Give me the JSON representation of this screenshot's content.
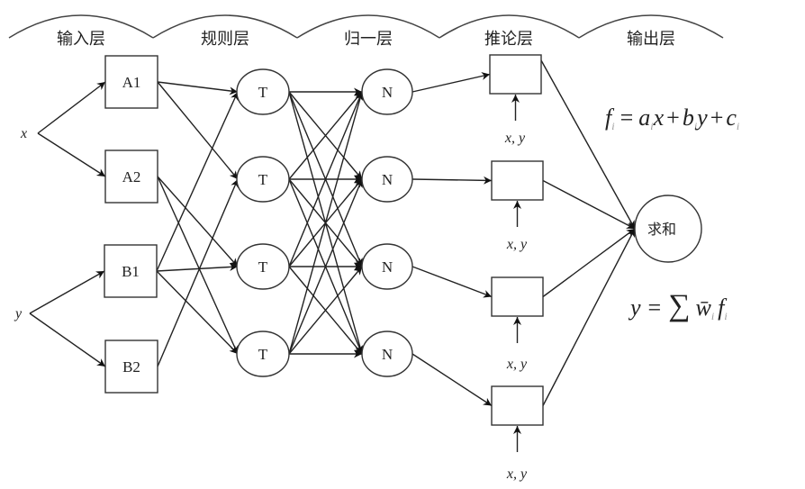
{
  "layers": [
    {
      "label": "输入层"
    },
    {
      "label": "规则层"
    },
    {
      "label": "归一层"
    },
    {
      "label": "推论层"
    },
    {
      "label": "输出层"
    }
  ],
  "inputs": [
    {
      "id": "x",
      "label": "x"
    },
    {
      "id": "y",
      "label": "y"
    }
  ],
  "membership_nodes": [
    {
      "id": "A1",
      "label": "A1",
      "input": "x"
    },
    {
      "id": "A2",
      "label": "A2",
      "input": "x"
    },
    {
      "id": "B1",
      "label": "B1",
      "input": "y"
    },
    {
      "id": "B2",
      "label": "B2",
      "input": "y"
    }
  ],
  "rule_nodes": [
    {
      "label": "T"
    },
    {
      "label": "T"
    },
    {
      "label": "T"
    },
    {
      "label": "T"
    }
  ],
  "norm_nodes": [
    {
      "label": "N"
    },
    {
      "label": "N"
    },
    {
      "label": "N"
    },
    {
      "label": "N"
    }
  ],
  "inference_nodes": [
    {
      "label": "",
      "input_label": "x, y"
    },
    {
      "label": "",
      "input_label": "x, y"
    },
    {
      "label": "",
      "input_label": "x, y"
    },
    {
      "label": "",
      "input_label": "x, y"
    }
  ],
  "output_node": {
    "label": "求和"
  },
  "edges_membership_to_rule": [
    [
      "A1",
      0
    ],
    [
      "A1",
      1
    ],
    [
      "A2",
      2
    ],
    [
      "A2",
      3
    ],
    [
      "B1",
      0
    ],
    [
      "B1",
      2
    ],
    [
      "B1",
      3
    ],
    [
      "B2",
      1
    ]
  ],
  "formulas": {
    "rule_output": {
      "lhs": "f",
      "lhs_sub": "i",
      "eq": "=",
      "a": "a",
      "a_sub": "i",
      "x": "x",
      "plus1": "+",
      "b": "b",
      "b_sub": "i",
      "y": "y",
      "plus2": "+",
      "c": "c",
      "c_sub": "i"
    },
    "total_output": {
      "lhs": "y",
      "eq": "=",
      "sigma": "∑",
      "w": "w̄",
      "w_sub": "i",
      "f": "f",
      "f_sub": "i"
    }
  }
}
